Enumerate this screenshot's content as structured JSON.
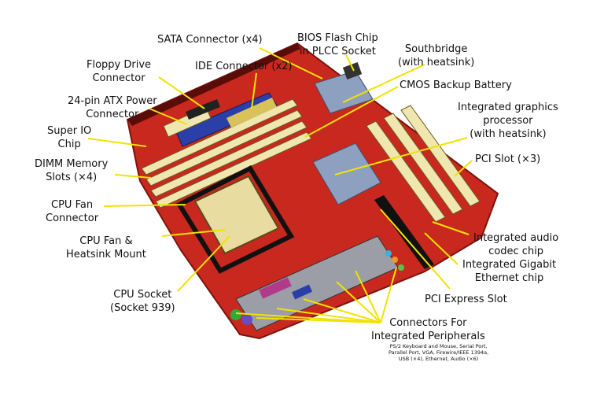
{
  "labels": {
    "sata": [
      "SATA Connector (x4)"
    ],
    "bios": [
      "BIOS Flash Chip",
      "in PLCC Socket"
    ],
    "southbridge": [
      "Southbridge",
      "(with heatsink)"
    ],
    "floppy": [
      "Floppy Drive",
      "Connector"
    ],
    "ide": [
      "IDE Connector (x2)"
    ],
    "cmos": [
      "CMOS Backup Battery"
    ],
    "atx": [
      "24-pin ATX Power",
      "Connector"
    ],
    "igp": [
      "Integrated graphics",
      "processor",
      "(with heatsink)"
    ],
    "superio": [
      "Super IO",
      "Chip"
    ],
    "dimm": [
      "DIMM Memory",
      "Slots (×4)"
    ],
    "pci": [
      "PCI Slot (×3)"
    ],
    "cpufan": [
      "CPU Fan",
      "Connector"
    ],
    "heatsink": [
      "CPU Fan &",
      "Heatsink Mount"
    ],
    "audio": [
      "Integrated audio",
      "codec chip"
    ],
    "ethernet": [
      "Integrated Gigabit",
      "Ethernet chip"
    ],
    "socket": [
      "CPU Socket",
      "(Socket 939)"
    ],
    "pcie": [
      "PCI Express Slot"
    ],
    "peripherals": [
      "Connectors For",
      "Integrated Peripherals"
    ],
    "peripherals_detail": [
      "PS/2 Keyboard and Mouse, Serial Port,",
      "Parallel Port, VGA, Firewire/IEEE 1394a,",
      "USB (×4), Ethernet, Audio (×6)"
    ]
  },
  "colors": {
    "board": "#c8281e",
    "line": "#f2e200",
    "slot": "#efe6b0",
    "ide": "#2a3fa8",
    "heatsink": "#8da0c0"
  }
}
